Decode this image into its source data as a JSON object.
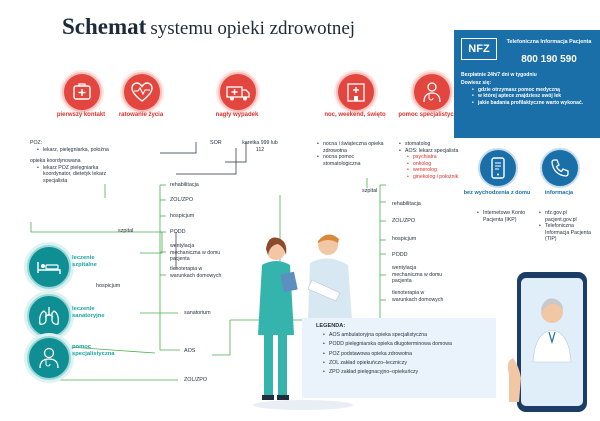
{
  "title": {
    "bold": "Schemat",
    "rest": "systemu opieki  zdrowotnej"
  },
  "top_circles": [
    {
      "label": "pierwszy kontakt",
      "icon": "first-aid-kit-icon"
    },
    {
      "label": "ratowanie życia",
      "icon": "heart-pulse-icon"
    },
    {
      "label": "nagły wypadek",
      "icon": "ambulance-icon"
    },
    {
      "label": "noc, weekend, święto",
      "icon": "hospital-building-icon"
    },
    {
      "label": "pomoc specjalistyczna",
      "icon": "doctor-icon"
    }
  ],
  "col1": {
    "poz": "POZ:",
    "poz_items": [
      "lekarz, pielęgniarka, położna"
    ],
    "koord": "opieka koordynowana",
    "koord_items": [
      "lekarz POZ pielęgniarka koordynator, dietetyk lekarz specjalista"
    ]
  },
  "col3": {
    "sor": "SOR",
    "karetka": "karetka 999 lub 112"
  },
  "col4": {
    "items": [
      "nocna i świąteczna opieka zdrowotna",
      "nocna pomoc stomatologiczna"
    ]
  },
  "col5": {
    "items": [
      "stomatolog",
      "AOS: lekarz specjalista"
    ],
    "sub_items": [
      "psychiatra",
      "onkolog",
      "wenerolog",
      "ginekolog i położnik"
    ]
  },
  "szpital_left": "szpital",
  "szpital_right": "szpital",
  "left_branch": [
    "rehabilitacja",
    "ZOL/ZPO",
    "hospicjum",
    "PODD",
    "wentylacja mechaniczna w domu pacjenta",
    "tlenoterapia w warunkach domowych"
  ],
  "right_branch": [
    "rehabilitacja",
    "ZOL/ZPO",
    "hospicjum",
    "PODD",
    "wentylacja mechaniczna w domu pacjenta",
    "tlenoterapia w warunkach domowych"
  ],
  "teal_circles": [
    {
      "label": "leczenie szpitalne",
      "icon": "hospital-bed-icon"
    },
    {
      "label": "leczenie sanatoryjne",
      "icon": "lungs-icon"
    },
    {
      "label": "pomoc specjalistyczna",
      "icon": "specialist-icon"
    }
  ],
  "bottom_nodes": {
    "hospicjum": "hospicjum",
    "sanatorium": "sanatorium",
    "aos": "AOS",
    "zolzpo": "ZOL/ZPO"
  },
  "info_box": {
    "logo": "NFZ",
    "heading": "Telefoniczna Informacja Pacjenta",
    "phone": "800 190 590",
    "free_line": "Bezpłatnie 24h/7 dni w tygodniu",
    "learn": "Dowiesz się:",
    "items": [
      "gdzie otrzymasz pomoc medyczną",
      "w której aptece znajdziesz swój lek",
      "jakie badania profilaktyczne warto wykonać."
    ]
  },
  "right_blocks": [
    {
      "label": "bez wychodzenia z domu",
      "icon": "smartphone-icon",
      "items": [
        "Internetowe Konto Pacjenta (IKP)"
      ]
    },
    {
      "label": "informacja",
      "icon": "phone-icon",
      "items": [
        "nfz.gov.pl pacjent.gov.pl",
        "Telefoniczna Informacja Pacjenta (TIP)"
      ]
    }
  ],
  "legend": {
    "heading": "LEGENDA:",
    "items": [
      "AOS ambulatoryjna opieka specjalistyczna",
      "PODD pielęgniarska opieka długoterminowa domowa",
      "POZ podstawowa opieka zdrowotna",
      "ZOL zakład opiekuńczo–leczniczy",
      "ZPO zakład pielęgnacyjno–opiekuńczy"
    ]
  },
  "colors": {
    "red": "#e2463e",
    "teal": "#0f8f93",
    "blue": "#1b6fa9",
    "green": "#4caf50"
  }
}
